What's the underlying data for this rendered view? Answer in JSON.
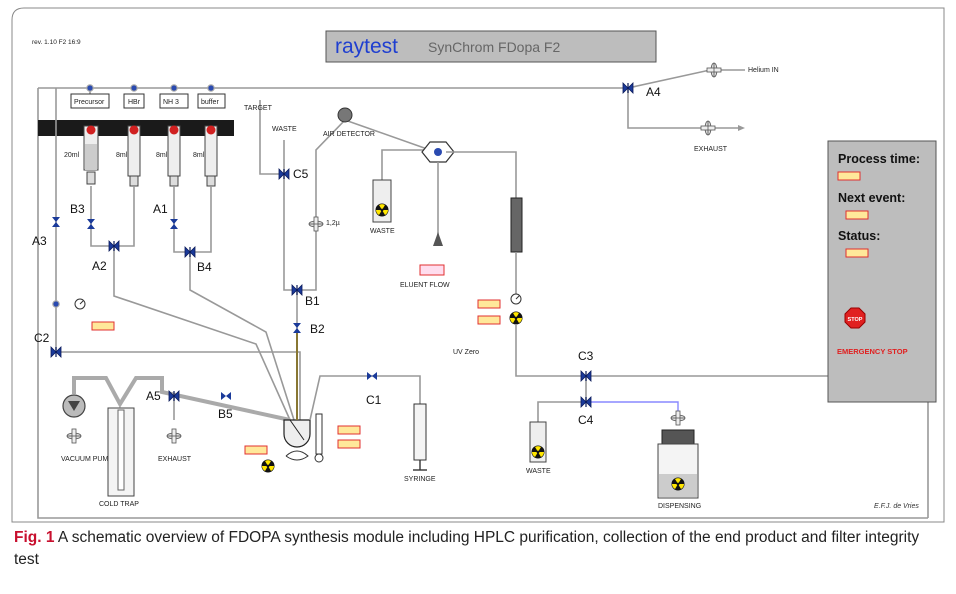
{
  "header": {
    "revision": "rev. 1.10 F2 16:9",
    "brand": "raytest",
    "product": "SynChrom FDopa F2"
  },
  "reagents": [
    "Precursor",
    "HBr",
    "NH 3",
    "buffer"
  ],
  "volumes": [
    "20ml",
    "8ml",
    "8ml",
    "8ml"
  ],
  "valves": {
    "A1": "A1",
    "A2": "A2",
    "A3": "A3",
    "A4": "A4",
    "A5": "A5",
    "B1": "B1",
    "B2": "B2",
    "B3": "B3",
    "B4": "B4",
    "B5": "B5",
    "C1": "C1",
    "C2": "C2",
    "C3": "C3",
    "C4": "C4",
    "C5": "C5"
  },
  "labels": {
    "target": "TARGET",
    "waste": "WASTE",
    "air_detector": "AIR DETECTOR",
    "filter": "1,2µ",
    "waste_vial": "WASTE",
    "eluent_flow": "ELUENT FLOW",
    "uv_zero": "UV Zero",
    "helium_in": "Helium IN",
    "exhaust_top": "EXHAUST",
    "vacuum_pump": "VACUUM PUMP",
    "exhaust_bottom": "EXHAUST",
    "cold_trap": "COLD TRAP",
    "syringe": "SYRINGE",
    "waste_bottom": "WASTE",
    "dispensing": "DISPENSING",
    "author": "E.F.J. de Vries"
  },
  "status_panel": {
    "process_time": "Process time:",
    "next_event": "Next event:",
    "status": "Status:",
    "stop": "STOP",
    "emergency_stop": "EMERGENCY STOP"
  },
  "caption": {
    "fig": "Fig. 1",
    "text": " A schematic overview of FDOPA synthesis module including HPLC purification, collection of the end product and filter integrity test"
  },
  "colors": {
    "brand_blue": "#1f3fd0",
    "title_bg": "#bdbdbd",
    "panel_bg": "#bdbdbd",
    "stop_red": "#e02020",
    "indicator_fill": "#ffe89a",
    "indicator_border": "#e03030",
    "caption_red": "#c8102e"
  }
}
